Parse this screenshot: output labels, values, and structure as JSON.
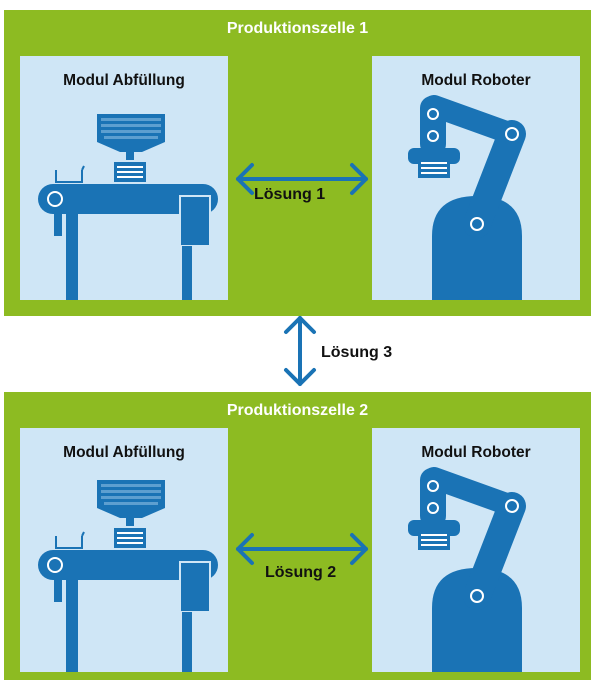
{
  "colors": {
    "cell_bg": "#8dbb22",
    "module_bg": "#cfe6f6",
    "machine": "#1a73b5",
    "arrow": "#1a73b5"
  },
  "cells": [
    {
      "title": "Produktionszelle 1",
      "modules": [
        {
          "title": "Modul Abfüllung",
          "icon": "filling-machine-icon"
        },
        {
          "title": "Modul Roboter",
          "icon": "robot-arm-icon"
        }
      ],
      "link_label": "Lösung 1"
    },
    {
      "title": "Produktionszelle 2",
      "modules": [
        {
          "title": "Modul Abfüllung",
          "icon": "filling-machine-icon"
        },
        {
          "title": "Modul Roboter",
          "icon": "robot-arm-icon"
        }
      ],
      "link_label": "Lösung 2"
    }
  ],
  "between_cells_label": "Lösung 3"
}
